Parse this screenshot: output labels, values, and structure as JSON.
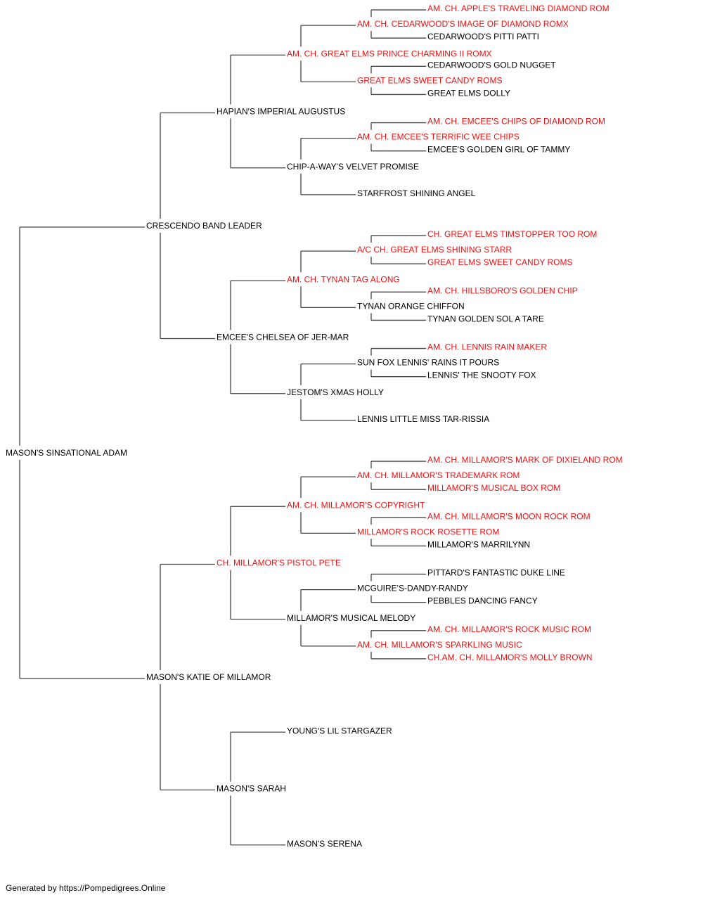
{
  "colors": {
    "champion": "#ee1111",
    "regular": "#000000",
    "connector": "#444444"
  },
  "pedigree": {
    "name": "MASON'S SINSATIONAL ADAM",
    "champion": false,
    "sire": {
      "name": "CRESCENDO BAND LEADER",
      "champion": false,
      "sire": {
        "name": "HAPIAN'S IMPERIAL AUGUSTUS",
        "champion": false,
        "sire": {
          "name": "AM. CH. GREAT ELMS PRINCE CHARMING II ROMX",
          "champion": true,
          "sire": {
            "name": "AM. CH. CEDARWOOD'S IMAGE OF DIAMOND ROMX",
            "champion": true,
            "sire": {
              "name": "AM. CH. APPLE'S TRAVELING DIAMOND ROM",
              "champion": true
            },
            "dam": {
              "name": "CEDARWOOD'S PITTI PATTI",
              "champion": false
            }
          },
          "dam": {
            "name": "GREAT ELMS SWEET CANDY ROMS",
            "champion": true,
            "sire": {
              "name": "CEDARWOOD'S GOLD NUGGET",
              "champion": false
            },
            "dam": {
              "name": "GREAT ELMS DOLLY",
              "champion": false
            }
          }
        },
        "dam": {
          "name": "CHIP-A-WAY'S VELVET PROMISE",
          "champion": false,
          "sire": {
            "name": "AM. CH. EMCEE'S TERRIFIC WEE CHIPS",
            "champion": true,
            "sire": {
              "name": "AM. CH. EMCEE'S CHIPS OF DIAMOND ROM",
              "champion": true
            },
            "dam": {
              "name": "EMCEE'S GOLDEN GIRL OF TAMMY",
              "champion": false
            }
          },
          "dam": {
            "name": "STARFROST SHINING ANGEL",
            "champion": false
          }
        }
      },
      "dam": {
        "name": "EMCEE'S CHELSEA OF JER-MAR",
        "champion": false,
        "sire": {
          "name": "AM. CH. TYNAN TAG ALONG",
          "champion": true,
          "sire": {
            "name": "A/C CH. GREAT ELMS SHINING STARR",
            "champion": true,
            "sire": {
              "name": "CH. GREAT ELMS TIMSTOPPER TOO ROM",
              "champion": true
            },
            "dam": {
              "name": "GREAT ELMS SWEET CANDY ROMS",
              "champion": true
            }
          },
          "dam": {
            "name": "TYNAN ORANGE CHIFFON",
            "champion": false,
            "sire": {
              "name": "AM. CH. HILLSBORO'S GOLDEN CHIP",
              "champion": true
            },
            "dam": {
              "name": "TYNAN GOLDEN SOL A TARE",
              "champion": false
            }
          }
        },
        "dam": {
          "name": "JESTOM'S XMAS HOLLY",
          "champion": false,
          "sire": {
            "name": "SUN FOX LENNIS' RAINS IT POURS",
            "champion": false,
            "sire": {
              "name": "AM. CH. LENNIS RAIN MAKER",
              "champion": true
            },
            "dam": {
              "name": "LENNIS' THE SNOOTY FOX",
              "champion": false
            }
          },
          "dam": {
            "name": "LENNIS LITTLE MISS TAR-RISSIA",
            "champion": false
          }
        }
      }
    },
    "dam": {
      "name": "MASON'S KATIE OF MILLAMOR",
      "champion": false,
      "sire": {
        "name": "CH. MILLAMOR'S PISTOL PETE",
        "champion": true,
        "sire": {
          "name": "AM. CH. MILLAMOR'S COPYRIGHT",
          "champion": true,
          "sire": {
            "name": "AM. CH. MILLAMOR'S TRADEMARK ROM",
            "champion": true,
            "sire": {
              "name": "AM. CH. MILLAMOR'S MARK OF DIXIELAND ROM",
              "champion": true
            },
            "dam": {
              "name": "MILLAMOR'S MUSICAL BOX ROM",
              "champion": true
            }
          },
          "dam": {
            "name": "MILLAMOR'S ROCK ROSETTE ROM",
            "champion": true,
            "sire": {
              "name": "AM. CH. MILLAMOR'S MOON ROCK ROM",
              "champion": true
            },
            "dam": {
              "name": "MILLAMOR'S MARRILYNN",
              "champion": false
            }
          }
        },
        "dam": {
          "name": "MILLAMOR'S MUSICAL MELODY",
          "champion": false,
          "sire": {
            "name": "MCGUIRE'S-DANDY-RANDY",
            "champion": false,
            "sire": {
              "name": "PITTARD'S FANTASTIC DUKE LINE",
              "champion": false
            },
            "dam": {
              "name": "PEBBLES DANCING FANCY",
              "champion": false
            }
          },
          "dam": {
            "name": "AM. CH. MILLAMOR'S SPARKLING MUSIC",
            "champion": true,
            "sire": {
              "name": "AM. CH. MILLAMOR'S ROCK MUSIC ROM",
              "champion": true
            },
            "dam": {
              "name": "CH.AM. CH. MILLAMOR'S MOLLY BROWN",
              "champion": true
            }
          }
        }
      },
      "dam": {
        "name": "MASON'S SARAH",
        "champion": false,
        "sire": {
          "name": "YOUNG'S LIL STARGAZER",
          "champion": false
        },
        "dam": {
          "name": "MASON'S SERENA",
          "champion": false
        }
      }
    }
  },
  "footer": {
    "text": "Generated by https://Pompedigrees.Online"
  }
}
